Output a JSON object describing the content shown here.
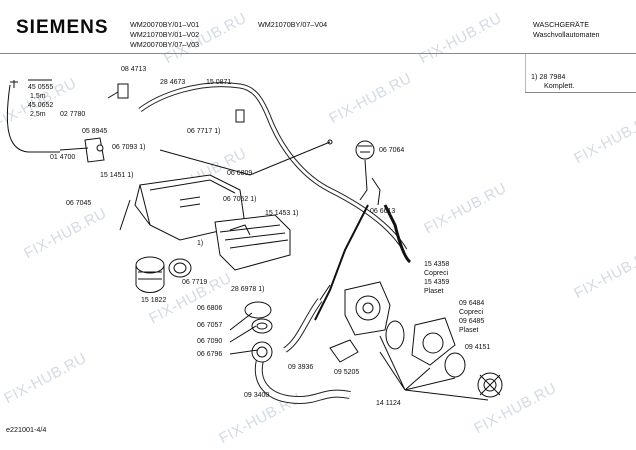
{
  "header": {
    "brand": "SIEMENS",
    "models_col1": [
      "WM20070BY/01–V01",
      "WM21070BY/01–V02",
      "WM20070BY/07–V03"
    ],
    "model_col2": "WM21070BY/07–V04",
    "category": "WASCHGERÄTE",
    "subcategory": "Waschvollautomaten"
  },
  "note": {
    "line1": "1)  28 7984",
    "line2": "Komplett."
  },
  "watermark": "FIX-HUB.RU",
  "footer": "e221001-4/4",
  "parts": {
    "p084713": "08 4713",
    "p284673": "28 4673",
    "p150871": "15 0871",
    "p450555": "45 0555",
    "len1": "1,5m",
    "p450652": "45 0652",
    "len2": "2,5m",
    "p027780": "02 7780",
    "p058945": "05 8945",
    "p014700": "01 4700",
    "p067717": "06 7717 1)",
    "p067093": "06 7093 1)",
    "p151451": "15 1451 1)",
    "p066809": "06 6809",
    "p067064": "06 7064",
    "p067045": "06 7045",
    "p067052": "06 7052 1)",
    "p151453": "15 1453  1)",
    "p066613": "06 6613",
    "one": "1)",
    "p067719": "06 7719",
    "p151822": "15 1822",
    "p286978": "28 6978 1)",
    "p154358": "15 4358",
    "copreci1": "Copreci",
    "p154359": "15 4359",
    "plaset1": "Plaset",
    "p096484": "09 6484",
    "copreci2": "Copreci",
    "p096485": "09 6485",
    "plaset2": "Plaset",
    "p066806": "06 6806",
    "p067057": "06 7057",
    "p067090": "06 7090",
    "p066796": "06 6796",
    "p093936": "09 3936",
    "p095205": "09 5205",
    "p094151": "09 4151",
    "p093400": "09 3400",
    "p141124": "14 1124"
  }
}
